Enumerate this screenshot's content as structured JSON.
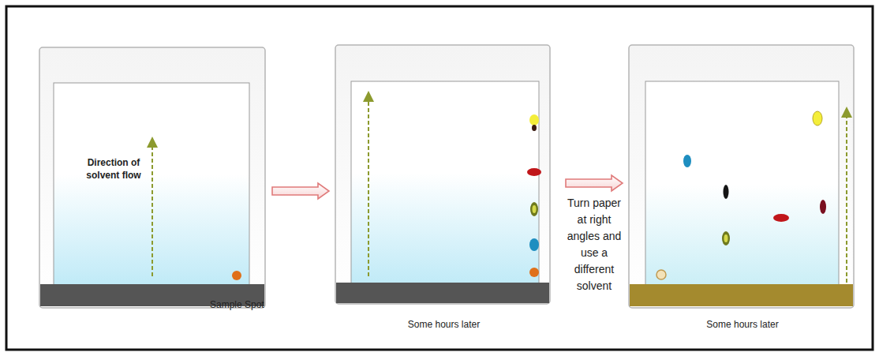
{
  "diagram": {
    "nodes": [
      {
        "text": [
          "Direction of solvent flow",
          "Sample Spot"
        ]
      },
      {
        "text": [
          "Some hours later"
        ]
      },
      {
        "text": [
          "Some hours later"
        ]
      }
    ],
    "edges": [
      {
        "from": 0,
        "to": 1,
        "arrow": "to"
      },
      {
        "from": 1,
        "to": 2,
        "arrow": "to",
        "label": "Turn paper at right angles and use a different solvent"
      }
    ]
  }
}
